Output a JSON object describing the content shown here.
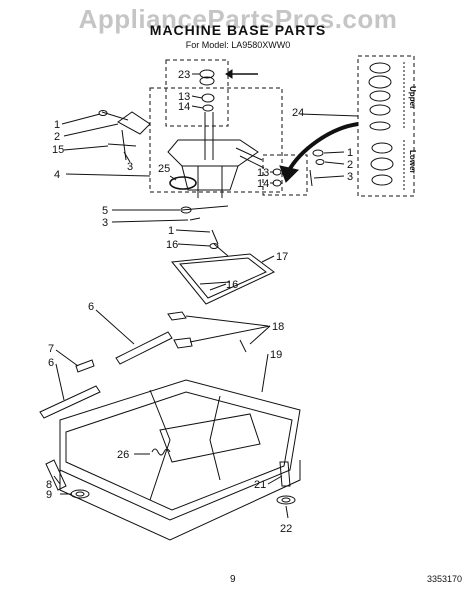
{
  "watermark": "AppliancePartsPros.com",
  "title": "MACHINE BASE PARTS",
  "model": "For Model: LA9580XWW0",
  "page_number": "9",
  "doc_number": "3353170",
  "callouts": {
    "c23": "23",
    "c13a": "13",
    "c14a": "14",
    "c1a": "1",
    "c2a": "2",
    "c15": "15",
    "c3a": "3",
    "c25": "25",
    "c4": "4",
    "c24": "24",
    "c13b": "13",
    "c14b": "14",
    "c1b": "1",
    "c2b": "2",
    "c3b": "3",
    "c5": "5",
    "c3c": "3",
    "c1c": "1",
    "c16a": "16",
    "c17": "17",
    "c16b": "16",
    "c6a": "6",
    "c18": "18",
    "c7": "7",
    "c6b": "6",
    "c19": "19",
    "c26": "26",
    "c8": "8",
    "c9": "9",
    "c21": "21",
    "c22": "22"
  },
  "sidebar": {
    "upper": "Upper",
    "lower": "Lower"
  }
}
